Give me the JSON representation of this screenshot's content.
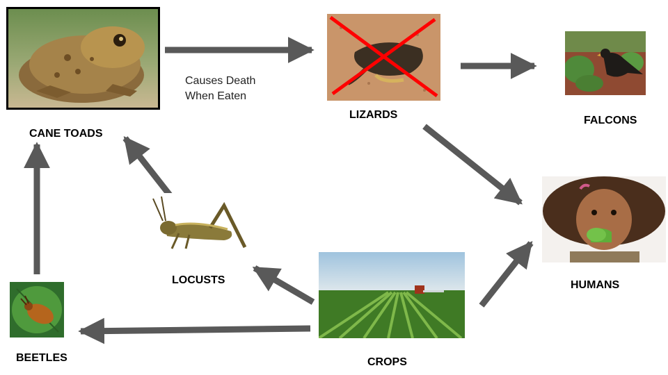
{
  "nodes": {
    "cane_toads": "CANE TOADS",
    "lizards": "LIZARDS",
    "falcons": "FALCONS",
    "humans": "HUMANS",
    "locusts": "LOCUSTS",
    "beetles": "BEETLES",
    "crops": "CROPS"
  },
  "annotation": {
    "line1": "Causes Death",
    "line2": "When Eaten"
  },
  "edges": [
    {
      "from": "CANE TOADS",
      "to": "LIZARDS"
    },
    {
      "from": "LIZARDS",
      "to": "FALCONS"
    },
    {
      "from": "LIZARDS",
      "to": "HUMANS"
    },
    {
      "from": "CROPS",
      "to": "HUMANS"
    },
    {
      "from": "CROPS",
      "to": "LOCUSTS"
    },
    {
      "from": "CROPS",
      "to": "BEETLES"
    },
    {
      "from": "LOCUSTS",
      "to": "CANE TOADS"
    },
    {
      "from": "BEETLES",
      "to": "CANE TOADS"
    }
  ],
  "colors": {
    "arrow": "#595959",
    "cross": "#ff0000"
  }
}
